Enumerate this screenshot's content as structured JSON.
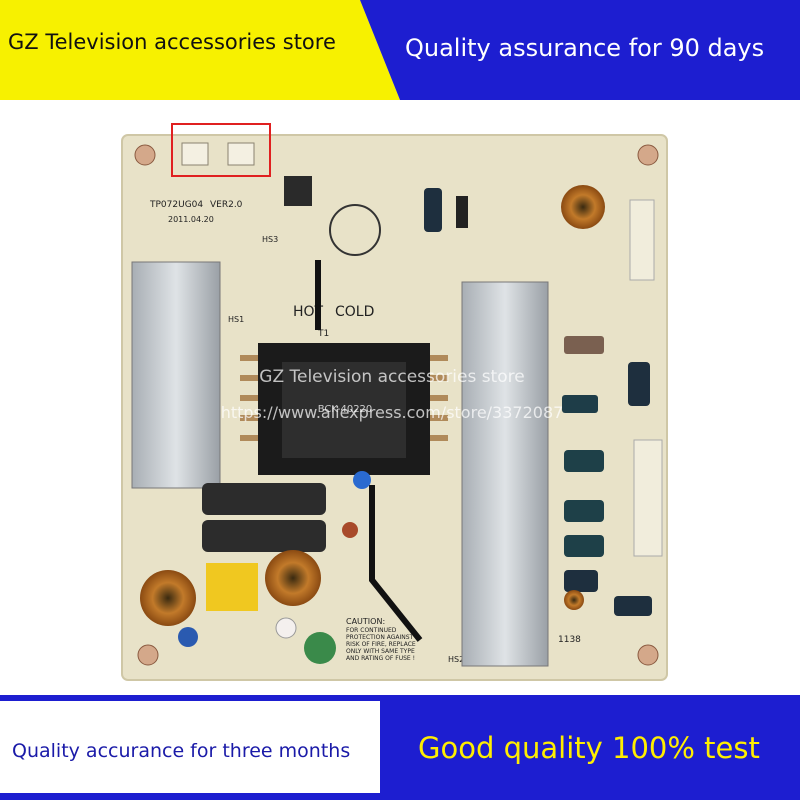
{
  "banner_top": {
    "left_text": "GZ Television accessories store",
    "right_text": "Quality assurance for 90 days",
    "left_bg": "#f7f100",
    "right_bg": "#1d1ed0"
  },
  "banner_bottom": {
    "left_text": "Quality accurance for three months",
    "right_text": "Good quality 100% test",
    "left_bg": "#ffffff",
    "right_bg": "#1d1ed0",
    "right_color": "#ffee00"
  },
  "board": {
    "model": "TP072UG04",
    "version": "VER2.0",
    "date": "2011.04.20",
    "silk_hot": "HOT",
    "silk_cold": "COLD",
    "label_t1": "T1",
    "label_hs1": "HS1",
    "label_hs2": "HS2",
    "label_hs3": "HS3",
    "caution_lines": [
      "CAUTION:",
      "FOR CONTINUED",
      "PROTECTION AGAINST",
      "RISK OF FIRE, REPLACE",
      "ONLY WITH SAME TYPE",
      "AND RATING OF FUSE !"
    ],
    "transformer_label": "BCK-40220",
    "code_label": "1138",
    "bg_color": "#e8e2c8"
  },
  "watermark": {
    "line1": "GZ Television accessories store",
    "line2": "https://www.aliexpress.com/store/3372087"
  }
}
